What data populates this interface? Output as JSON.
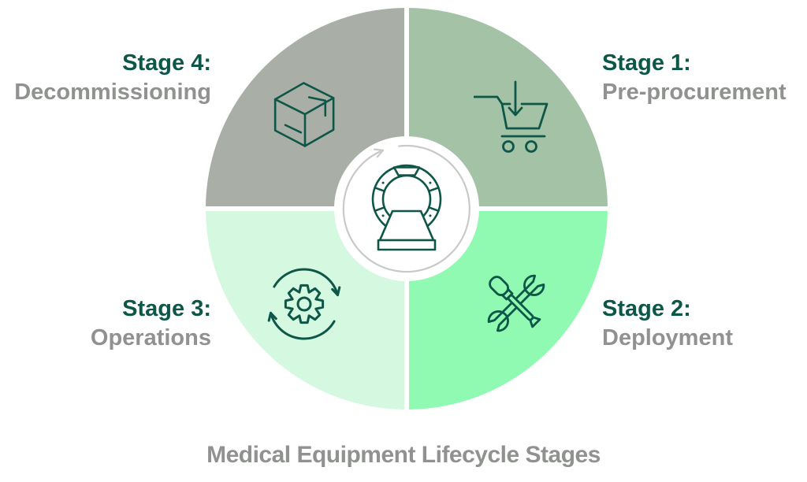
{
  "title": "Medical Equipment Lifecycle Stages",
  "center": {
    "icon": "mri-scanner-icon",
    "surround_icon": "cycle-arrow-icon"
  },
  "stages": [
    {
      "label": "Stage 1:",
      "name": "Pre-procurement",
      "icon": "shopping-cart-download-icon",
      "color": "#a3c2a6",
      "position": "top-right"
    },
    {
      "label": "Stage 2:",
      "name": "Deployment",
      "icon": "crossed-tools-icon",
      "color": "#90fab2",
      "position": "bottom-right"
    },
    {
      "label": "Stage 3:",
      "name": "Operations",
      "icon": "gear-cycle-icon",
      "color": "#d5f8e0",
      "position": "bottom-left"
    },
    {
      "label": "Stage 4:",
      "name": "Decommissioning",
      "icon": "box-icon",
      "color": "#a9aea7",
      "position": "top-left"
    }
  ],
  "colors": {
    "stage_label": "#0d5748",
    "stage_name": "#8f928f",
    "title": "#8f928f",
    "icon_stroke": "#0e5748",
    "cycle_arrow": "#c8cac8",
    "background": "#ffffff"
  }
}
